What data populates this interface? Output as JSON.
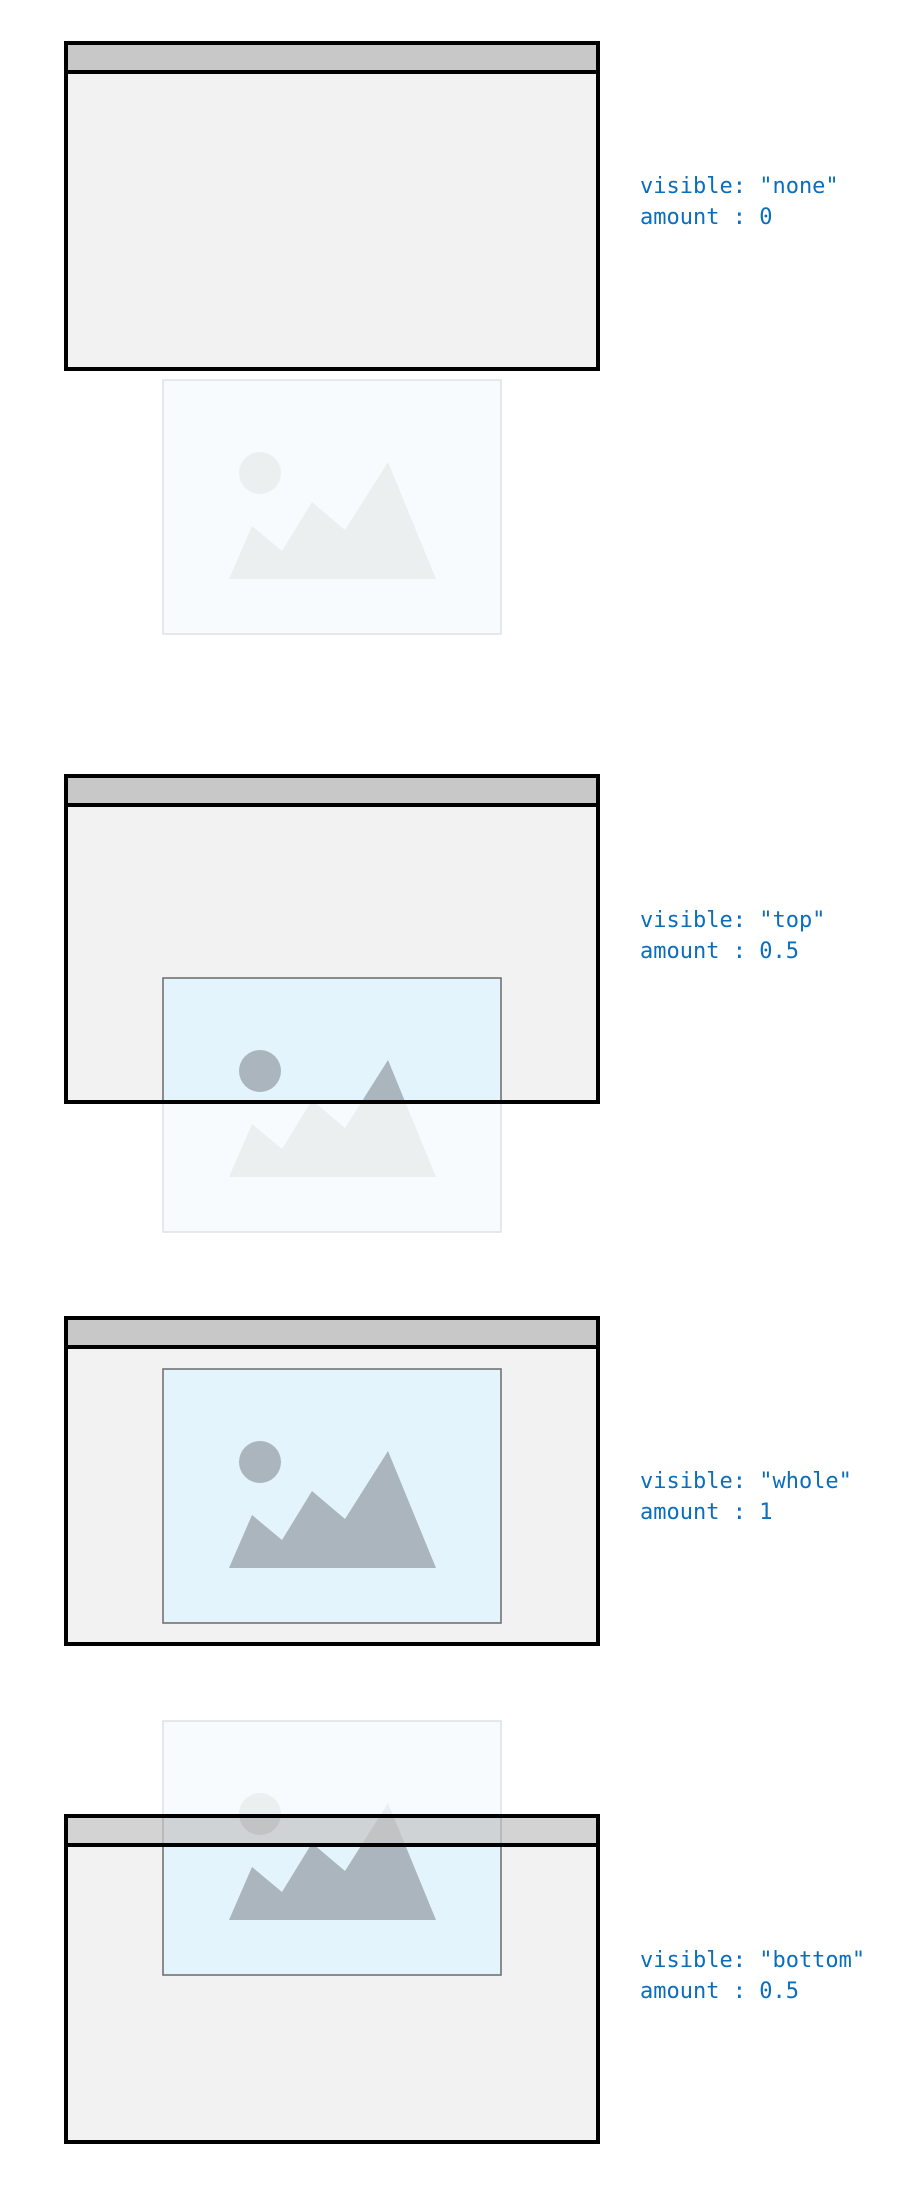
{
  "examples": [
    {
      "visible_line": "visible: \"none\"",
      "amount_line": "amount : 0"
    },
    {
      "visible_line": "visible: \"top\"",
      "amount_line": "amount : 0.5"
    },
    {
      "visible_line": "visible: \"whole\"",
      "amount_line": "amount : 1"
    },
    {
      "visible_line": "visible: \"bottom\"",
      "amount_line": "amount : 0.5"
    }
  ],
  "colors": {
    "viewport_fill": "#f2f2f2",
    "viewport_header": "#c8c8c8",
    "viewport_border": "#000000",
    "image_fill_in_view": "#e3f4fc",
    "image_fill_out_of_view": "#f7fbfd",
    "image_border": "#6b6b6b",
    "icon_in_view": "#abb5bd",
    "label_text": "#0a6ebd"
  },
  "icons": {
    "image_placeholder": "image-placeholder-icon"
  }
}
